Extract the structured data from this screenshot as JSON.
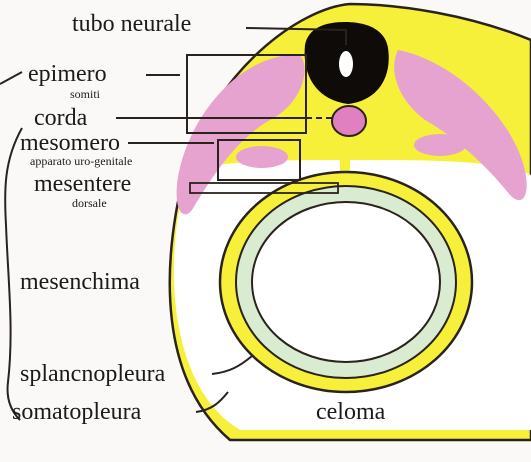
{
  "labels": {
    "tubo_neurale": "tubo neurale",
    "epimero": "epimero",
    "epimero_sub": "somiti",
    "corda": "corda",
    "mesomero": "mesomero",
    "mesomero_sub": "apparato uro-genitale",
    "mesentere": "mesentere",
    "mesentere_sub": "dorsale",
    "mesenchima": "mesenchima",
    "splancnopleura": "splancnopleura",
    "somatopleura": "somatopleura",
    "celoma": "celoma"
  },
  "colors": {
    "background": "#fbf9f7",
    "outline": "#2a221c",
    "yellow": "#f6f03a",
    "pink": "#e6a3cf",
    "white": "#ffffff",
    "green": "#d9ebd0",
    "black": "#0e0b08"
  }
}
